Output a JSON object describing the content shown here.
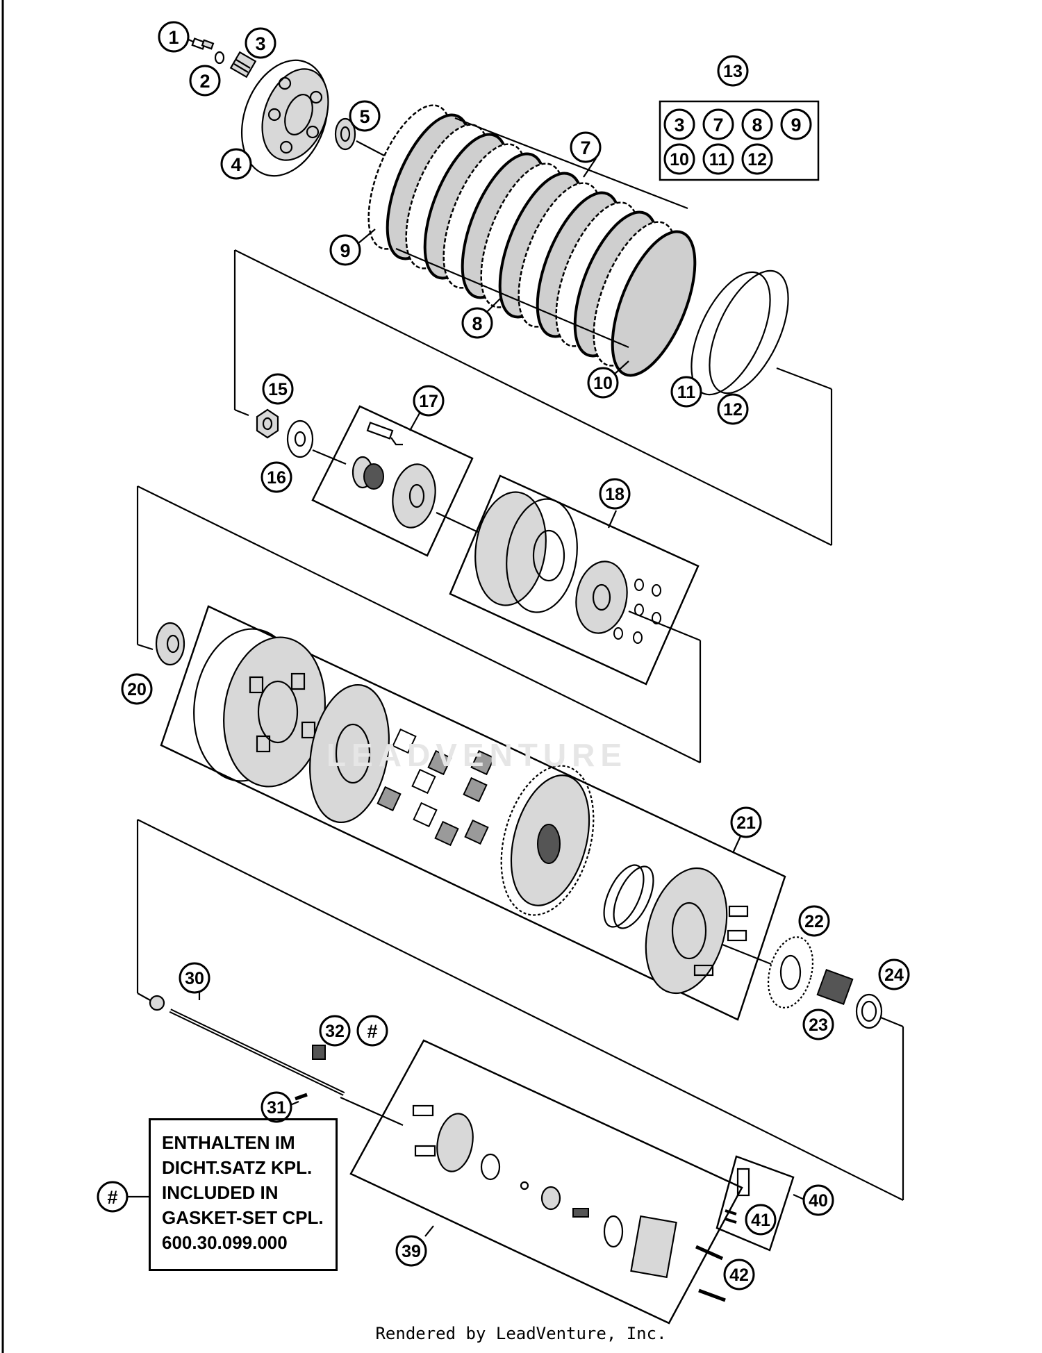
{
  "diagram": {
    "parts": [
      "1",
      "2",
      "3",
      "4",
      "5",
      "7",
      "8",
      "9",
      "10",
      "11",
      "12",
      "13",
      "15",
      "16",
      "17",
      "18",
      "20",
      "21",
      "22",
      "23",
      "24",
      "30",
      "31",
      "32",
      "39",
      "40",
      "41",
      "42"
    ],
    "kit_13_members": [
      "3",
      "7",
      "8",
      "9",
      "10",
      "11",
      "12"
    ],
    "gasket_marker": "#",
    "note_lines": [
      "ENTHALTEN IM",
      "DICHT.SATZ KPL.",
      "INCLUDED IN",
      "GASKET-SET CPL.",
      "600.30.099.000"
    ],
    "watermark": "LEADVENTURE",
    "footer": "Rendered by LeadVenture, Inc."
  }
}
